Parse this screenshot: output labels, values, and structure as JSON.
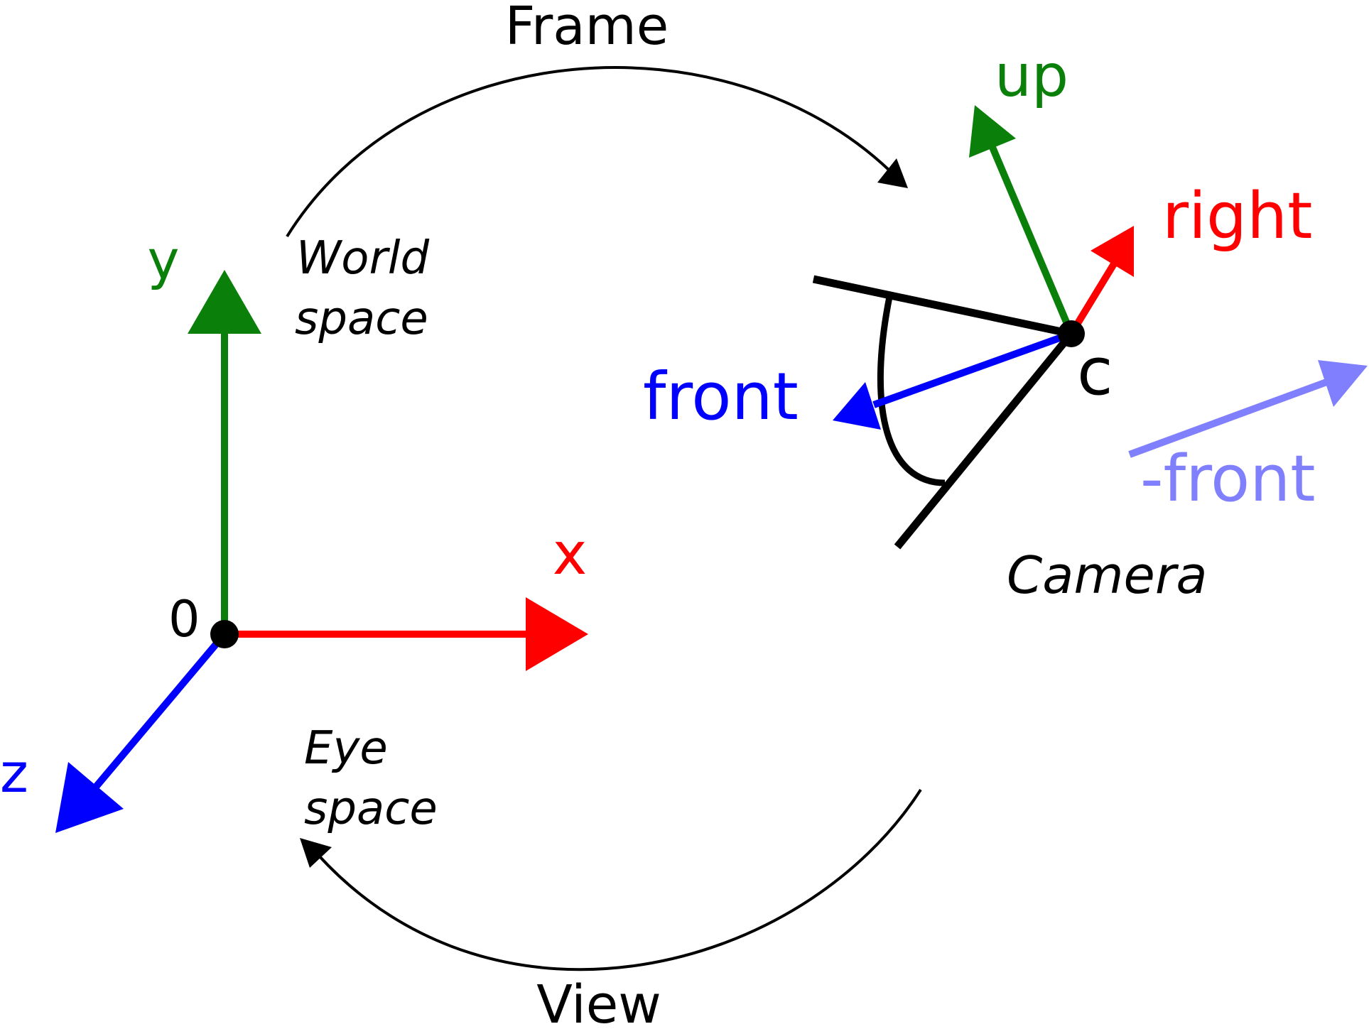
{
  "labels": {
    "frame": "Frame",
    "view": "View",
    "world_line1": "World",
    "world_line2": "space",
    "eye_line1": "Eye",
    "eye_line2": "space",
    "camera": "Camera",
    "origin": "0",
    "camera_point": "c",
    "axis_x": "x",
    "axis_y": "y",
    "axis_z": "z",
    "up": "up",
    "right": "right",
    "front": "front",
    "neg_front": "-front"
  },
  "colors": {
    "x": "#ff0000",
    "y": "#0a800a",
    "z": "#0000ff",
    "front": "#0000ff",
    "neg_front": "#8080ff",
    "ink": "#000000"
  }
}
